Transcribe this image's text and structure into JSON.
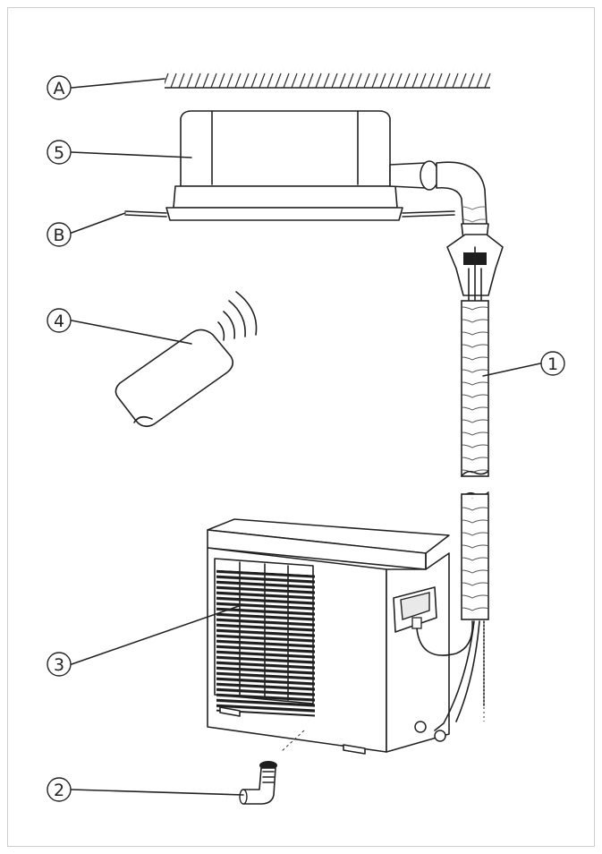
{
  "labels": {
    "A": "A",
    "B": "B",
    "one": "1",
    "two": "2",
    "three": "3",
    "four": "4",
    "five": "5"
  }
}
